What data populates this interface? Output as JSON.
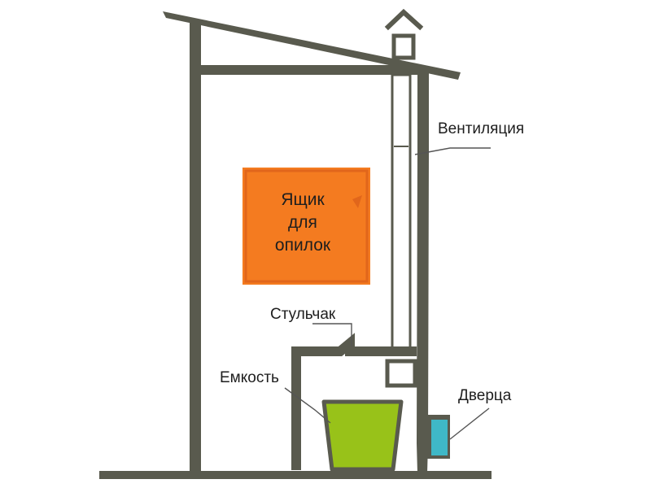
{
  "labels": {
    "ventilation": "Вентиляция",
    "box_line1": "Ящик",
    "box_line2": "для",
    "box_line3": "опилок",
    "seat": "Стульчак",
    "container": "Емкость",
    "door": "Дверца"
  },
  "colors": {
    "structure": "#595a4e",
    "box_fill": "#f47b20",
    "box_border": "#e1661b",
    "container_fill": "#98c219",
    "door_fill": "#3fb8c7",
    "leader_line": "#555555"
  }
}
